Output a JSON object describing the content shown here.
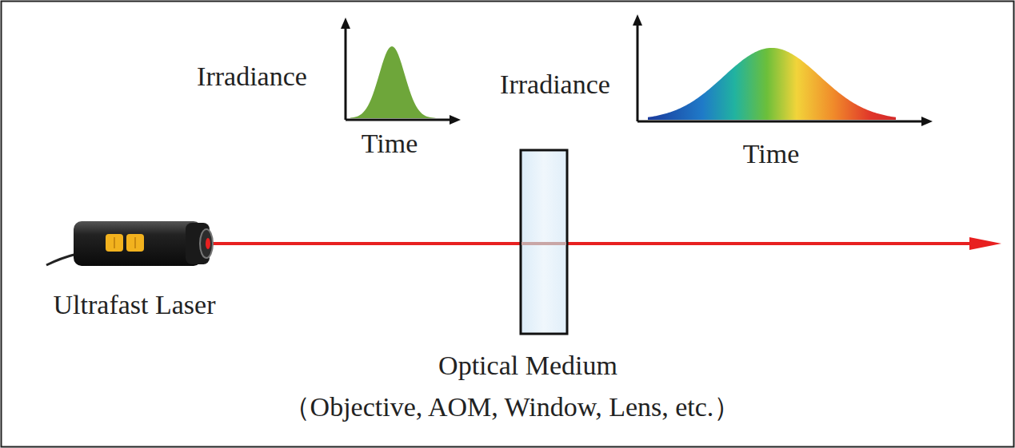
{
  "diagram": {
    "labels": [
      "Irradiance",
      "Time",
      "Irradiance",
      "Time",
      "Ultrafast Laser",
      "Optical Medium",
      "（Objective, AOM, Window, Lens, etc.）"
    ]
  }
}
